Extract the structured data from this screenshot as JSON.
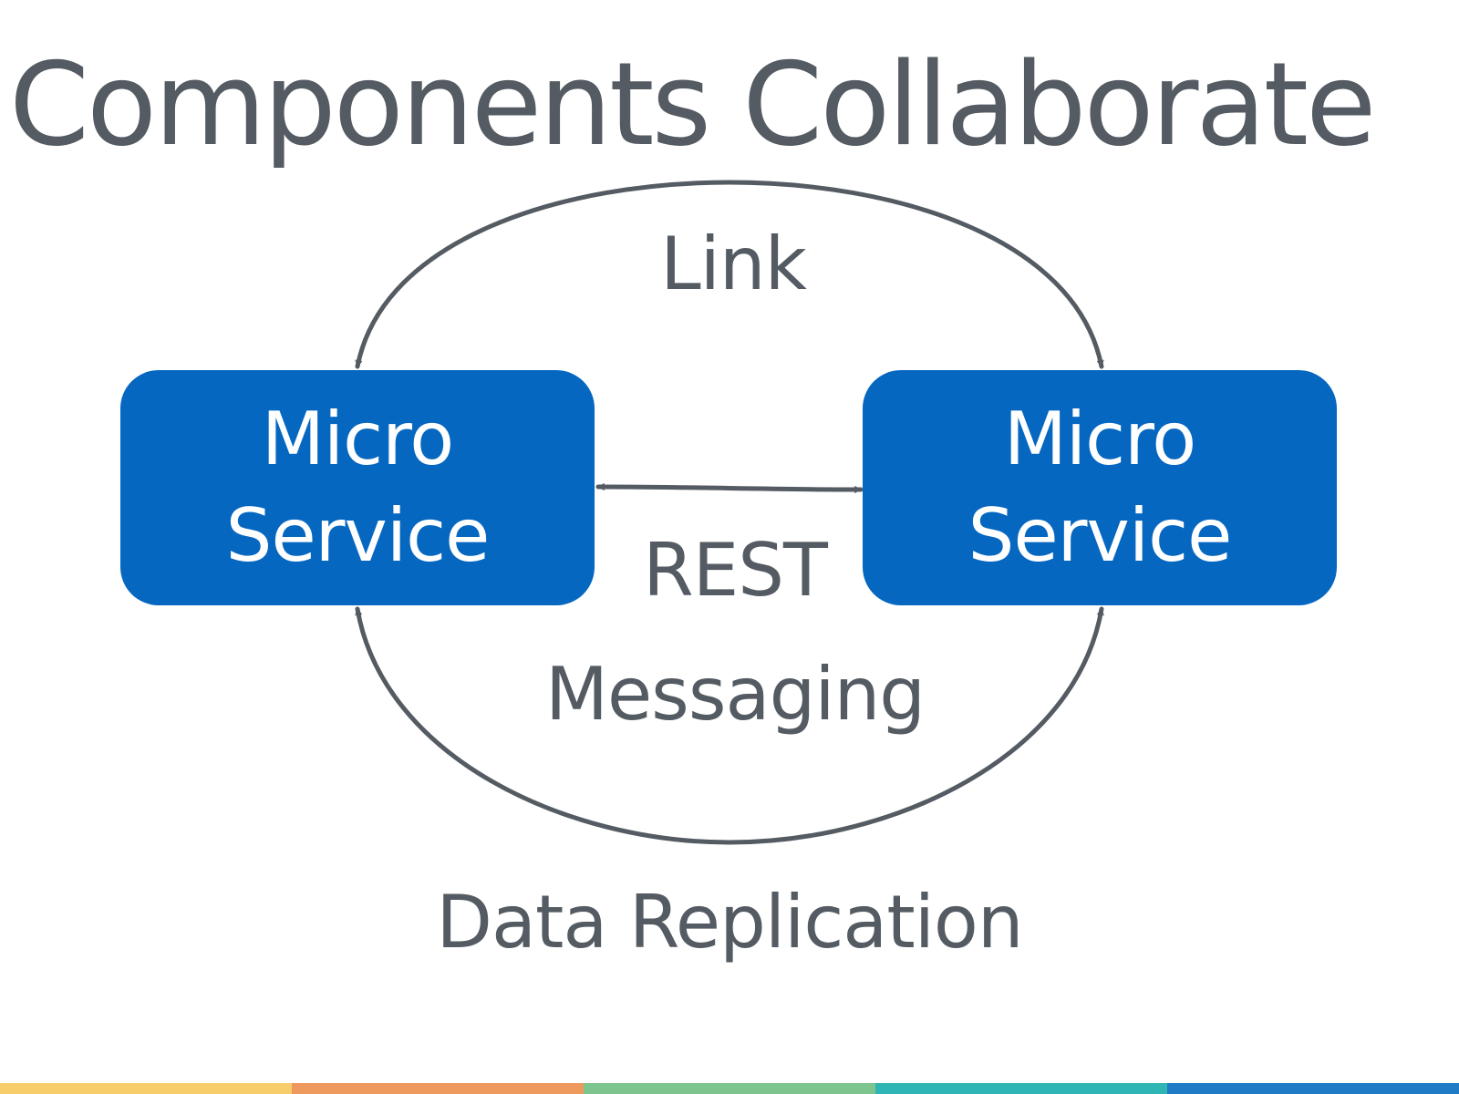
{
  "slide": {
    "title": "Components Collaborate"
  },
  "services": [
    {
      "label": "Micro\nService"
    },
    {
      "label": "Micro\nService"
    }
  ],
  "connections": {
    "link": "Link",
    "rest": "REST",
    "messaging": "Messaging",
    "data_replication": "Data Replication"
  },
  "colors": {
    "box_fill": "#0667c1",
    "text": "#545b62",
    "stripe": [
      "#f7cd6b",
      "#ee9a5e",
      "#7dc58e",
      "#2fb5b3",
      "#1f7bc6"
    ]
  }
}
